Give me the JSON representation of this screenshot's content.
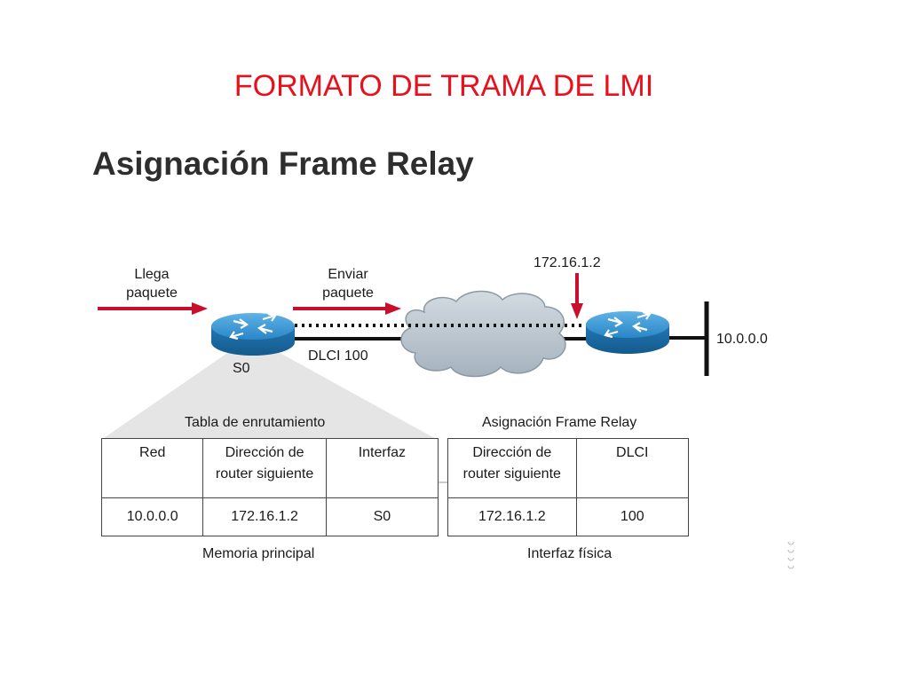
{
  "slide": {
    "title": "FORMATO DE TRAMA DE LMI"
  },
  "figure": {
    "title": "Asignación Frame Relay",
    "labels": {
      "arrives_line1": "Llega",
      "arrives_line2": "paquete",
      "send_line1": "Enviar",
      "send_line2": "paquete",
      "remote_ip": "172.16.1.2",
      "remote_network": "10.0.0.0",
      "local_interface": "S0",
      "dlci": "DLCI 100"
    },
    "routing_table": {
      "caption": "Tabla de enrutamiento",
      "headers": [
        "Red",
        "Dirección de\nrouter siguiente",
        "Interfaz"
      ],
      "row": [
        "10.0.0.0",
        "172.16.1.2",
        "S0"
      ],
      "footer": "Memoria principal"
    },
    "frame_relay_map": {
      "caption": "Asignación Frame Relay",
      "headers": [
        "Dirección de\nrouter siguiente",
        "DLCI"
      ],
      "row": [
        "172.16.1.2",
        "100"
      ],
      "footer": "Interfaz física"
    }
  },
  "colors": {
    "title_red": "#e8101c",
    "arrow_red": "#c8102e",
    "router_blue": "#2f8fd0",
    "cloud_gray": "#b7c3cd",
    "funnel_gray": "#d6d6d6"
  }
}
